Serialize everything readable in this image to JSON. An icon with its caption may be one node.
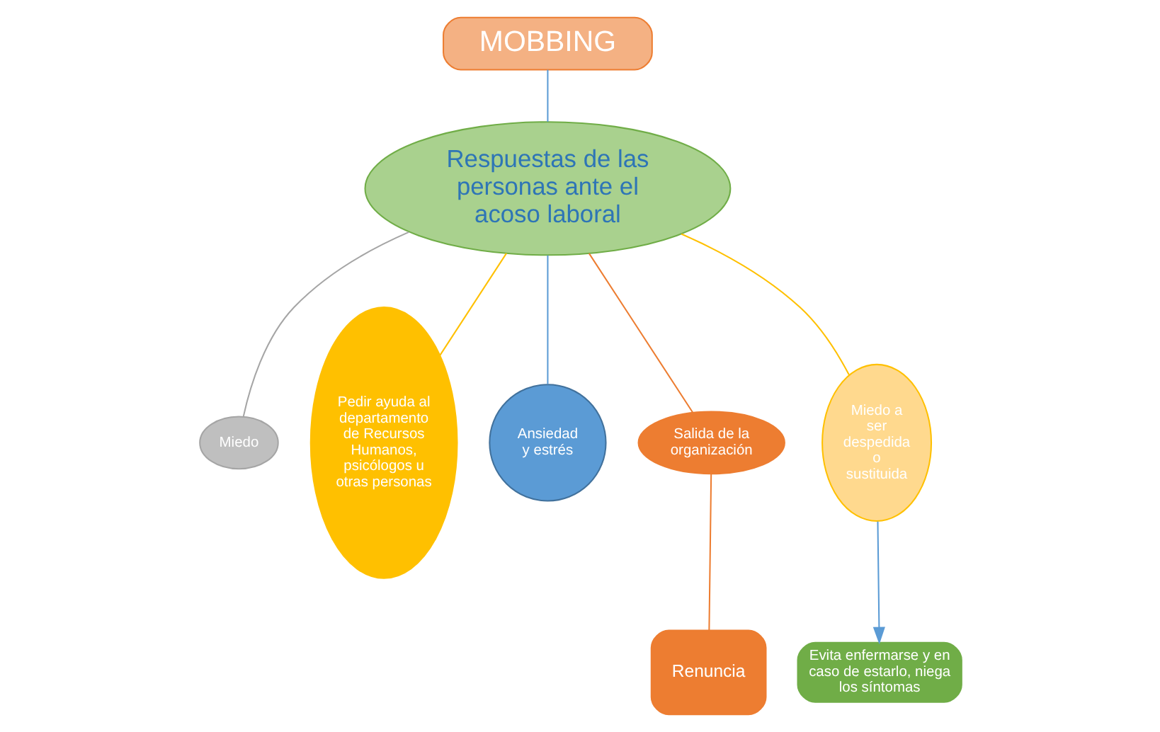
{
  "diagram": {
    "nodes": [
      {
        "text": [
          "MOBBING"
        ]
      },
      {
        "text": [
          "Respuestas de las personas ante el acoso laboral"
        ]
      },
      {
        "text": [
          "Miedo"
        ]
      },
      {
        "text": [
          "Pedir ayuda al departamento de Recursos Humanos, psicólogos u otras personas"
        ]
      },
      {
        "text": [
          "Ansiedad y estrés"
        ]
      },
      {
        "text": [
          "Salida de la organización"
        ]
      },
      {
        "text": [
          "Miedo a ser despedida o sustituida"
        ]
      },
      {
        "text": [
          "Renuncia"
        ]
      },
      {
        "text": [
          "Evita enfermarse y en caso de estarlo, niega los síntomas"
        ]
      }
    ],
    "edges": [
      {
        "from": 0,
        "to": 1,
        "arrow": "none",
        "color": "#5b9bd5"
      },
      {
        "from": 1,
        "to": 3,
        "arrow": "none",
        "color": "#ffc000"
      },
      {
        "from": 1,
        "to": 2,
        "arrow": "none",
        "color": "#a5a5a5"
      },
      {
        "from": 1,
        "to": 4,
        "arrow": "none",
        "color": "#5b9bd5"
      },
      {
        "from": 1,
        "to": 5,
        "arrow": "none",
        "color": "#ed7d31"
      },
      {
        "from": 1,
        "to": 6,
        "arrow": "none",
        "color": "#ffc000"
      },
      {
        "from": 5,
        "to": 7,
        "arrow": "none",
        "color": "#ed7d31"
      },
      {
        "from": 6,
        "to": 8,
        "arrow": "to",
        "color": "#5b9bd5"
      }
    ]
  }
}
